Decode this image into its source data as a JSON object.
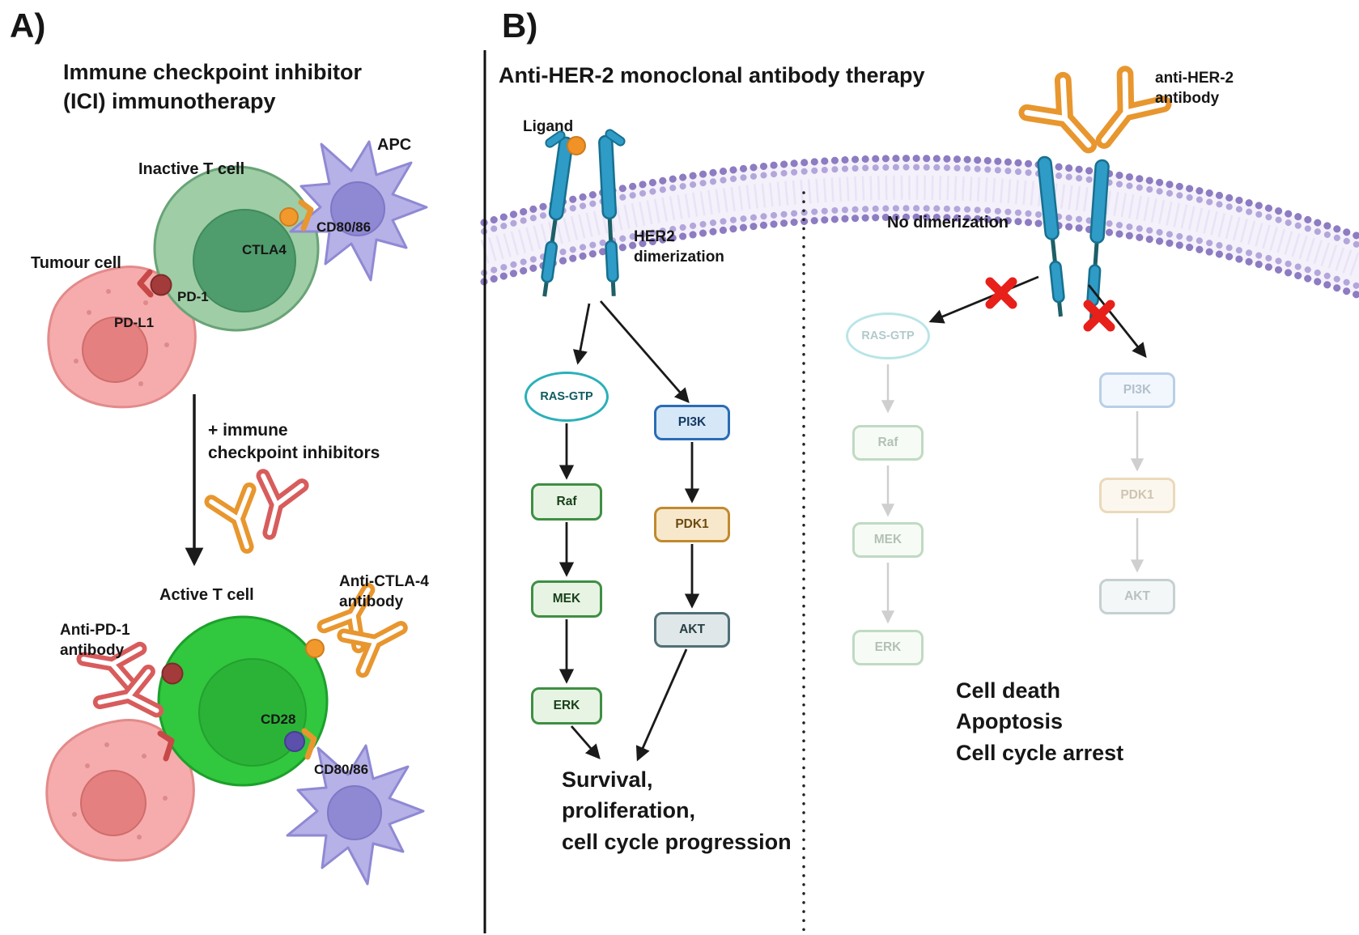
{
  "panel_a": {
    "label": "A)",
    "title": "Immune checkpoint inhibitor\n(ICI) immunotherapy",
    "inactive_t_cell": "Inactive T cell",
    "apc": "APC",
    "cd80_86_top": "CD80/86",
    "ctla4": "CTLA4",
    "tumour_cell": "Tumour cell",
    "pd1": "PD-1",
    "pdl1": "PD-L1",
    "checkpoint_inhibitors": "+ immune\ncheckpoint inhibitors",
    "active_t_cell": "Active T cell",
    "anti_ctla4_antibody": "Anti-CTLA-4\nantibody",
    "anti_pd1_antibody": "Anti-PD-1\nantibody",
    "cd28": "CD28",
    "cd80_86_bottom": "CD80/86"
  },
  "panel_b": {
    "label": "B)",
    "title": "Anti-HER-2 monoclonal antibody therapy",
    "ligand": "Ligand",
    "her2_dimerization": "HER2\ndimerization",
    "anti_her2_antibody": "anti-HER-2\nantibody",
    "no_dimerization": "No dimerization",
    "active_pathway": {
      "mapk": [
        "RAS-GTP",
        "Raf",
        "MEK",
        "ERK"
      ],
      "pi3k": [
        "PI3K",
        "PDK1",
        "AKT"
      ],
      "outcome": "Survival,\nproliferation,\ncell cycle progression"
    },
    "blocked_pathway": {
      "mapk": [
        "RAS-GTP",
        "Raf",
        "MEK",
        "ERK"
      ],
      "pi3k": [
        "PI3K",
        "PDK1",
        "AKT"
      ],
      "outcome": "Cell death\nApoptosis\nCell cycle arrest"
    }
  },
  "colors": {
    "antibody_orange": "#e8962e",
    "antibody_red": "#d85c5c",
    "her2_receptor_blue": "#2f9bc7",
    "membrane_purple": "#8d7cc2",
    "t_cell_green_active": "#31c73e",
    "t_cell_green_inactive": "#9fcda6",
    "tumour_cell_pink": "#f6acac",
    "apc_purple": "#b6b1e6",
    "blocked_x_red": "#e8201a",
    "ras_teal": "#2ab0b8",
    "pi3k_blue": "#2a6cb5",
    "mapk_green": "#3f8f43",
    "pdk1_tan": "#c08a2e",
    "akt_slate": "#507076"
  }
}
